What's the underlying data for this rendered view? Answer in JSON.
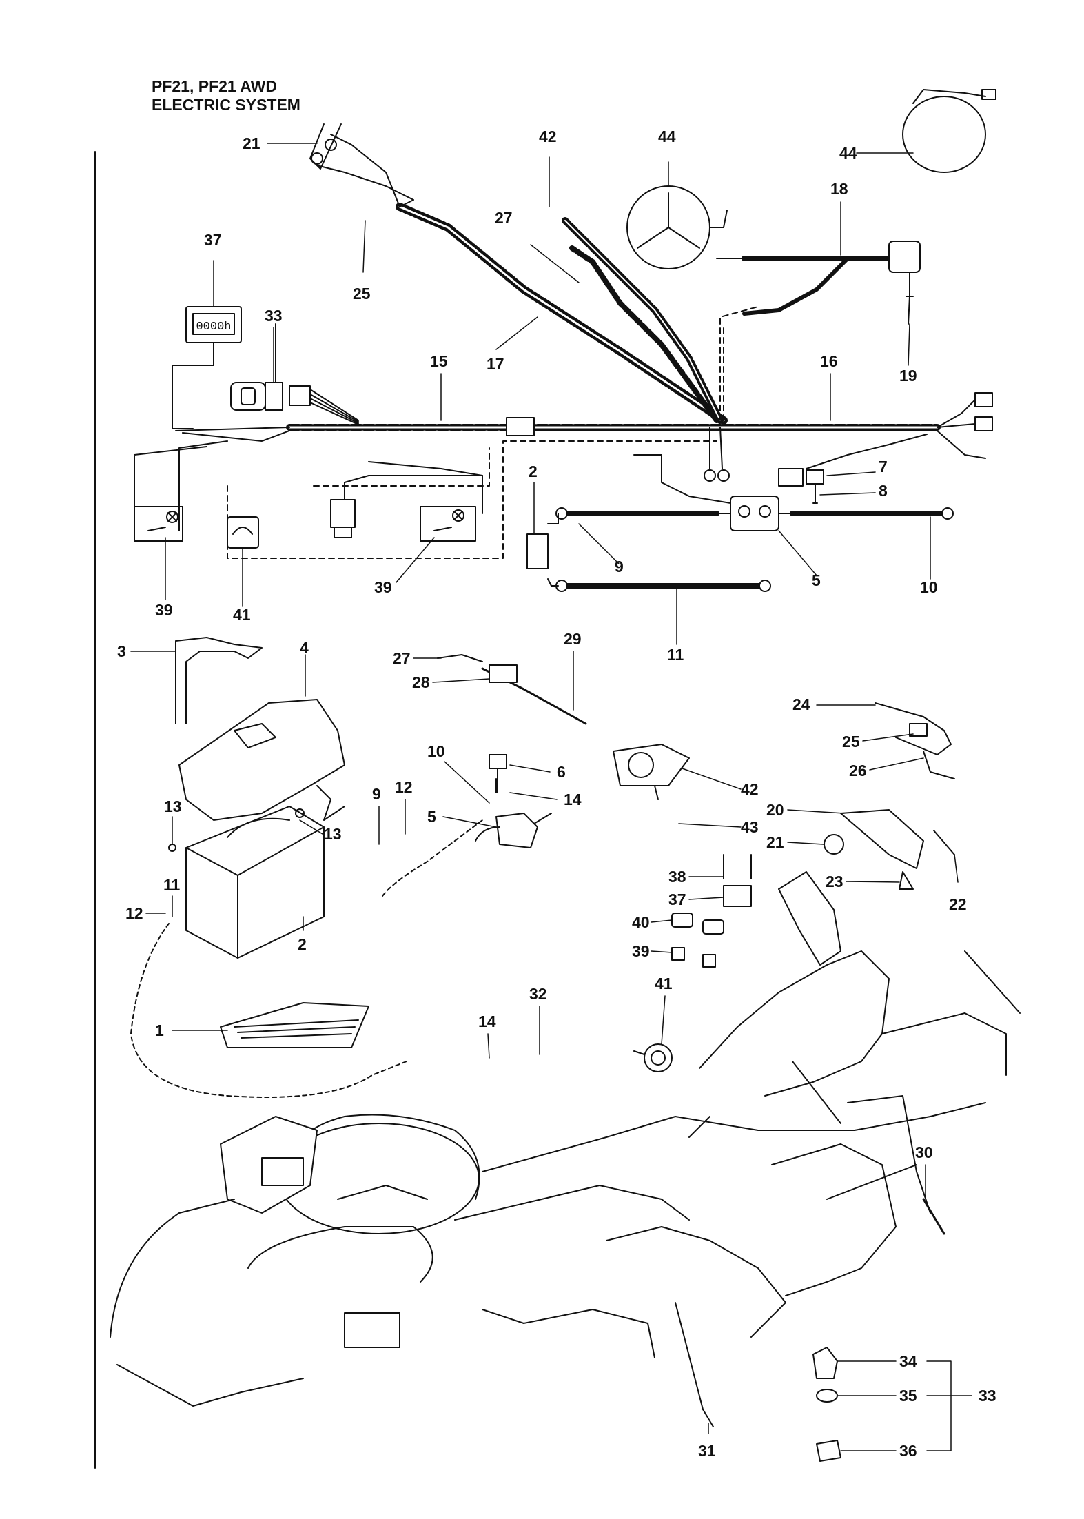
{
  "title": {
    "line1": "PF21, PF21 AWD",
    "line2": "ELECTRIC SYSTEM"
  },
  "callouts": [
    "1",
    "2",
    "3",
    "4",
    "5",
    "6",
    "7",
    "8",
    "9",
    "10",
    "11",
    "12",
    "13",
    "14",
    "15",
    "16",
    "17",
    "18",
    "19",
    "20",
    "21",
    "22",
    "23",
    "24",
    "25",
    "26",
    "27",
    "28",
    "29",
    "30",
    "31",
    "32",
    "33",
    "34",
    "35",
    "36",
    "37",
    "38",
    "39",
    "40",
    "41",
    "42",
    "43",
    "44"
  ],
  "meter_display": "0000h",
  "colors": {
    "ink": "#111111",
    "background": "#ffffff"
  }
}
